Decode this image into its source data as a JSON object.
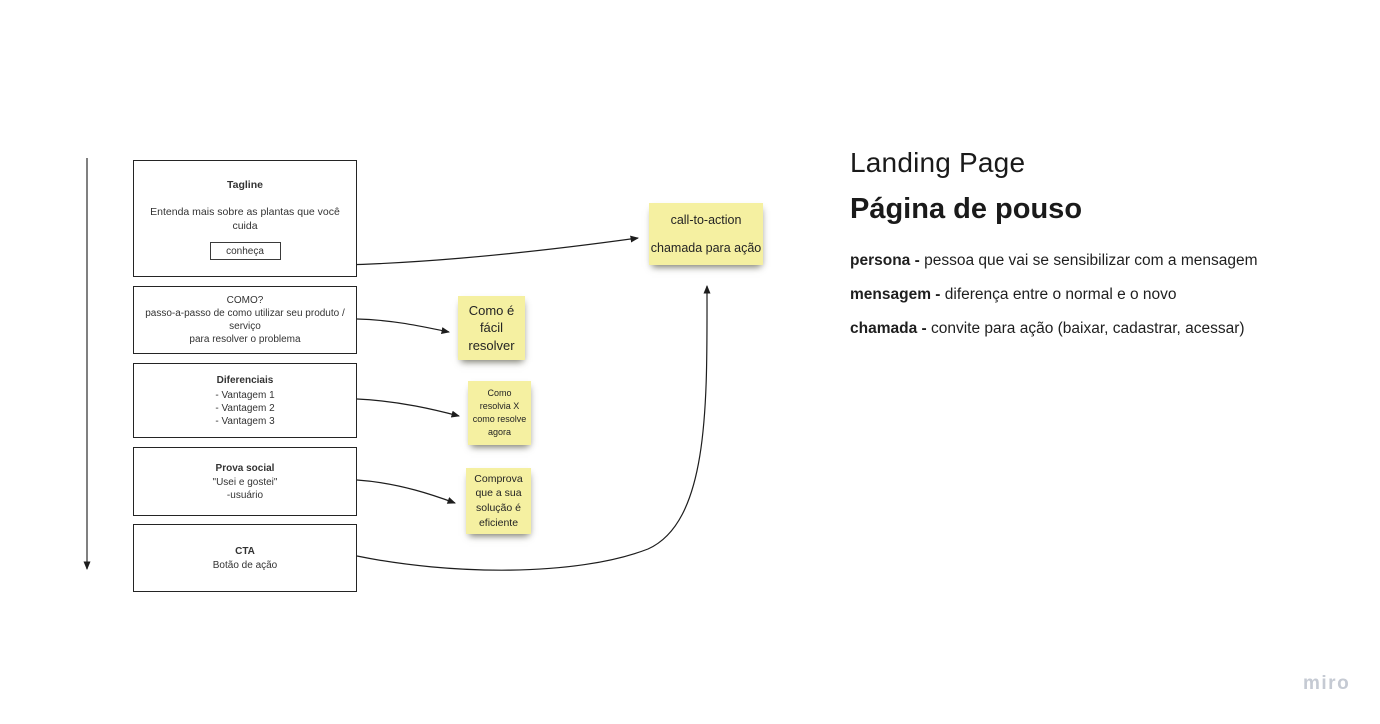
{
  "wireframe": {
    "tagline": {
      "title": "Tagline",
      "body": "Entenda mais sobre as plantas que você cuida",
      "button": "conheça"
    },
    "como": {
      "title": "COMO?",
      "line1": "passo-a-passo de como utilizar seu produto / serviço",
      "line2": "para resolver o problema"
    },
    "diferenciais": {
      "title": "Diferenciais",
      "items": [
        "- Vantagem 1",
        "- Vantagem 2",
        "- Vantagem 3"
      ]
    },
    "prova_social": {
      "title": "Prova social",
      "line1": "\"Usei e gostei\"",
      "line2": "-usuário"
    },
    "cta": {
      "title": "CTA",
      "line1": "Botão de ação"
    }
  },
  "stickies": {
    "facil": {
      "lines": [
        "Como é",
        "fácil",
        "resolver"
      ]
    },
    "resolvia": {
      "lines": [
        "Como",
        "resolvia X",
        "como resolve",
        "agora"
      ]
    },
    "comprova": {
      "lines": [
        "Comprova",
        "que a sua",
        "solução é",
        "eficiente"
      ]
    },
    "cta": {
      "lines": [
        "call-to-action",
        "chamada para ação"
      ]
    }
  },
  "notes": {
    "title": "Landing Page",
    "subtitle": "Página de pouso",
    "bullets": [
      {
        "term": "persona - ",
        "desc": "pessoa que vai se sensibilizar com a mensagem"
      },
      {
        "term": "mensagem - ",
        "desc": "diferença entre o normal e o novo"
      },
      {
        "term": "chamada - ",
        "desc": "convite para ação (baixar, cadastrar, acessar)"
      }
    ]
  },
  "colors": {
    "sticky_yellow": "#f5f0a1",
    "ink": "#1a1a1a",
    "watermark_gray": "#c5cad3"
  },
  "watermark": "miro"
}
